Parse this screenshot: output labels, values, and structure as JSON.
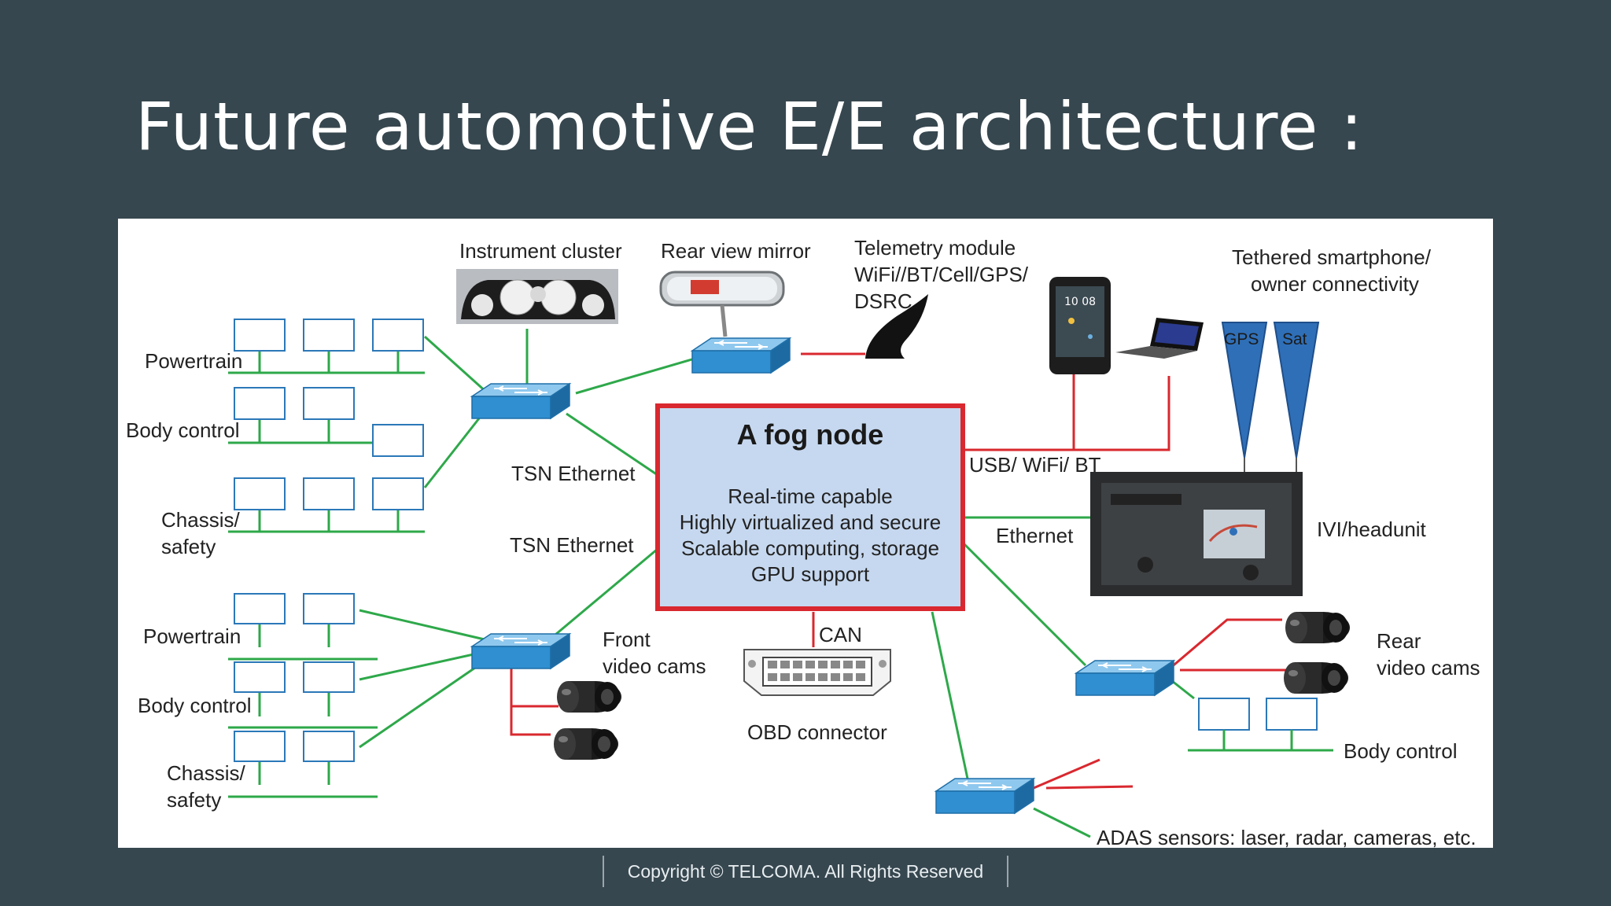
{
  "slide": {
    "title": "Future automotive E/E architecture :",
    "footer": "Copyright © TELCOMA.  All Rights Reserved"
  },
  "diagram": {
    "fog_node": {
      "title": "A fog node",
      "lines": [
        "Real-time capable",
        "Highly virtualized and secure",
        "Scalable computing, storage",
        "GPU support"
      ]
    },
    "labels": {
      "instrument_cluster": "Instrument cluster",
      "rear_view_mirror": "Rear view mirror",
      "telemetry_line1": "Telemetry module",
      "telemetry_line2": "WiFi//BT/Cell/GPS/",
      "telemetry_line3": "DSRC",
      "tethered_line1": "Tethered smartphone/",
      "tethered_line2": "owner connectivity",
      "gps": "GPS",
      "sat": "Sat",
      "usb_wifi_bt": "USB/ WiFi/ BT",
      "ethernet": "Ethernet",
      "ivi_headunit": "IVI/headunit",
      "tsn_ethernet_1": "TSN Ethernet",
      "tsn_ethernet_2": "TSN Ethernet",
      "powertrain_1": "Powertrain",
      "body_control_1": "Body control",
      "chassis_1a": "Chassis/",
      "chassis_1b": "safety",
      "powertrain_2": "Powertrain",
      "body_control_2": "Body control",
      "chassis_2a": "Chassis/",
      "chassis_2b": "safety",
      "front_cams_1": "Front",
      "front_cams_2": "video cams",
      "can": "CAN",
      "obd_connector": "OBD connector",
      "rear_cams_1": "Rear",
      "rear_cams_2": "video cams",
      "body_control_3": "Body control",
      "adas_sensors": "ADAS sensors: laser, radar, cameras, etc."
    },
    "colors": {
      "ecu_box": "#2b78b8",
      "bus_line": "#2ea84a",
      "red_link": "#d9282f",
      "switch_blue": "#2f8fd0",
      "fog_fill": "#c6d8ef",
      "fog_border": "#d9282f"
    },
    "icons": [
      "switch-icon",
      "camera-icon",
      "instrument-cluster-image",
      "rear-view-mirror-image",
      "antenna-icon",
      "smartphone-icon",
      "laptop-icon",
      "obd-connector-icon",
      "headunit-image"
    ]
  }
}
